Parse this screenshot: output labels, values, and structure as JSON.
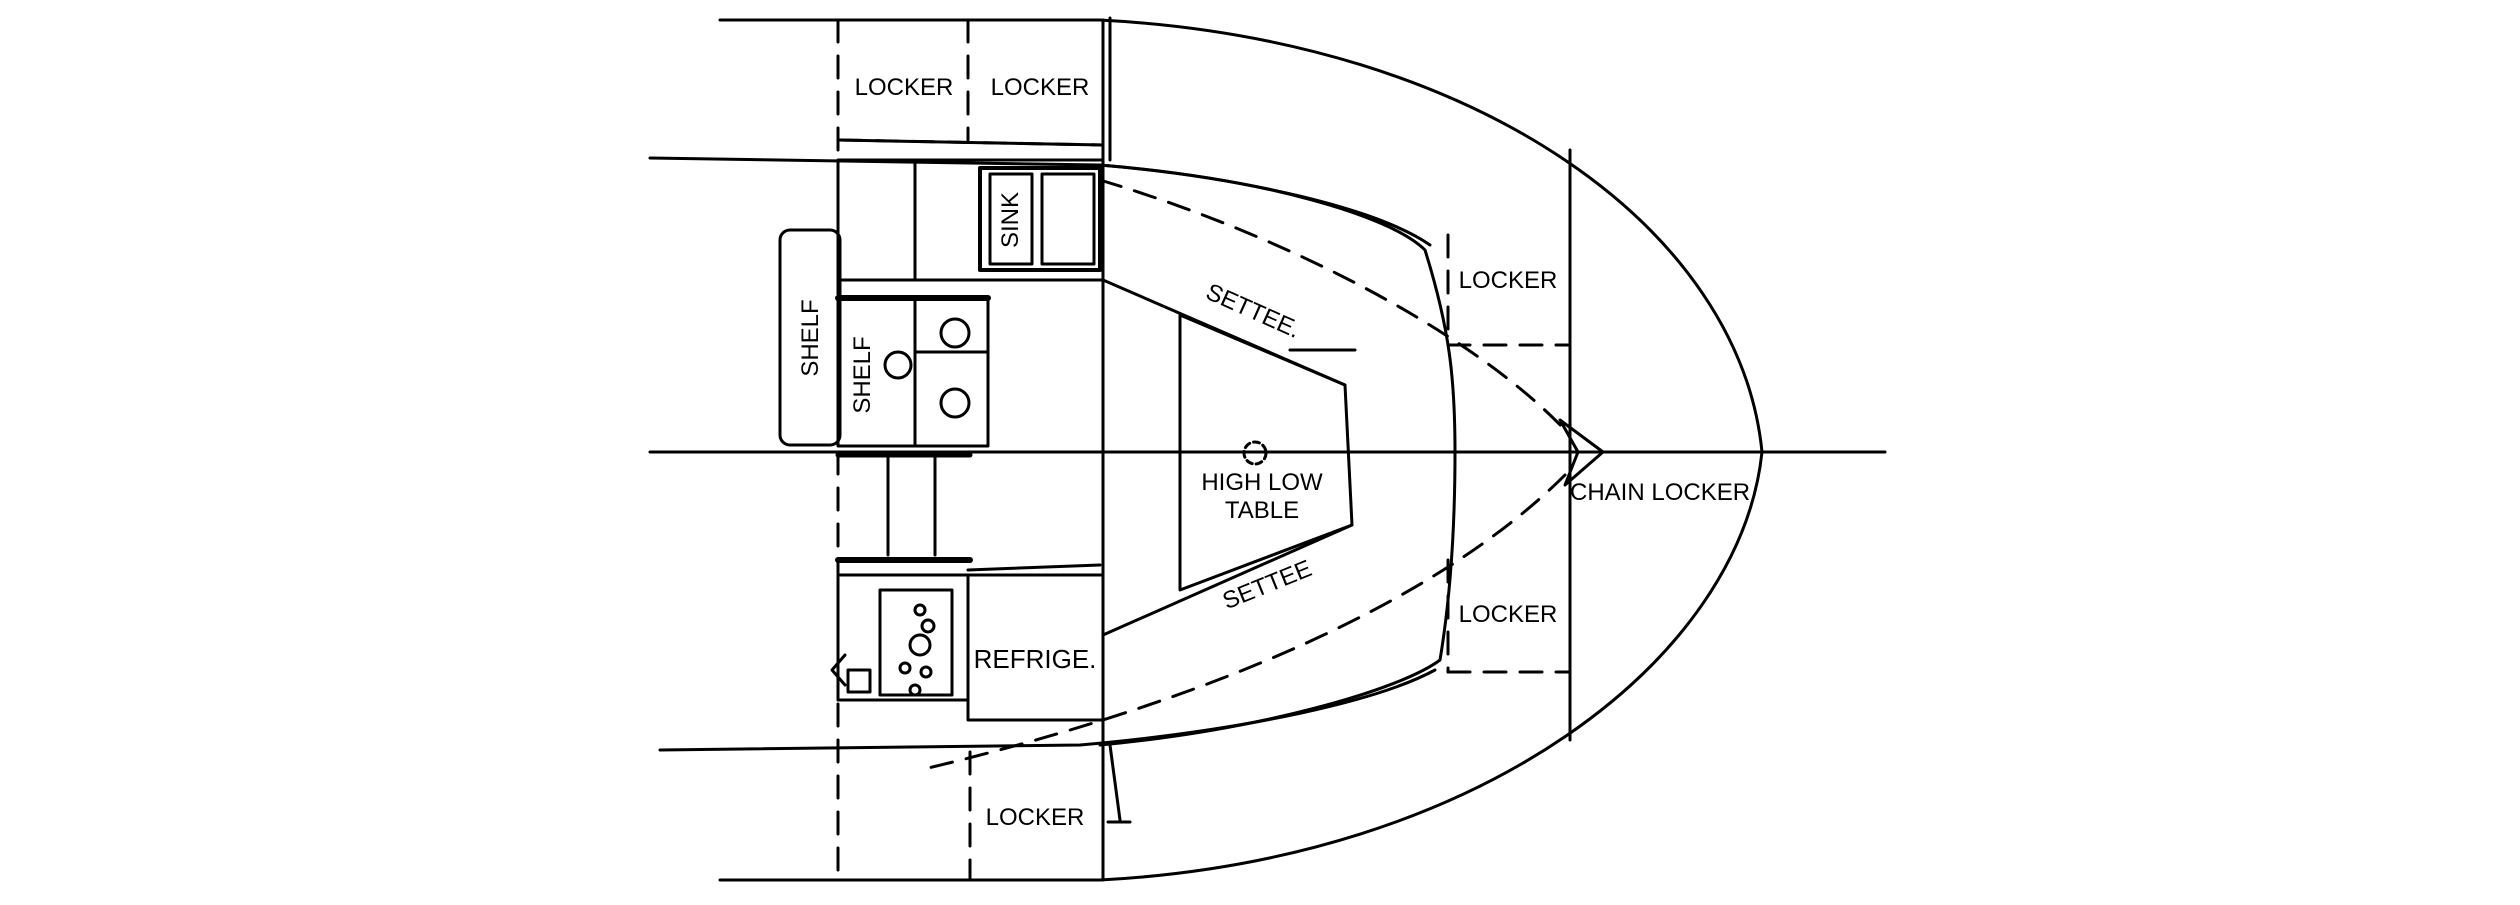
{
  "labels": {
    "locker_top_left": "LOCKER",
    "locker_top_right": "LOCKER",
    "sink": "SINK",
    "shelf_outer": "SHELF",
    "shelf_inner": "SHELF",
    "settee_upper": "SETTEE.",
    "settee_lower": "SETTEE",
    "table_line1": "HIGH LOW",
    "table_line2": "TABLE",
    "locker_upper_bow": "LOCKER",
    "locker_lower_bow": "LOCKER",
    "chain_locker": "CHAIN LOCKER",
    "refrigerator": "REFRIGE.",
    "locker_bottom": "LOCKER"
  },
  "colors": {
    "line": "#000000",
    "background": "#ffffff"
  }
}
